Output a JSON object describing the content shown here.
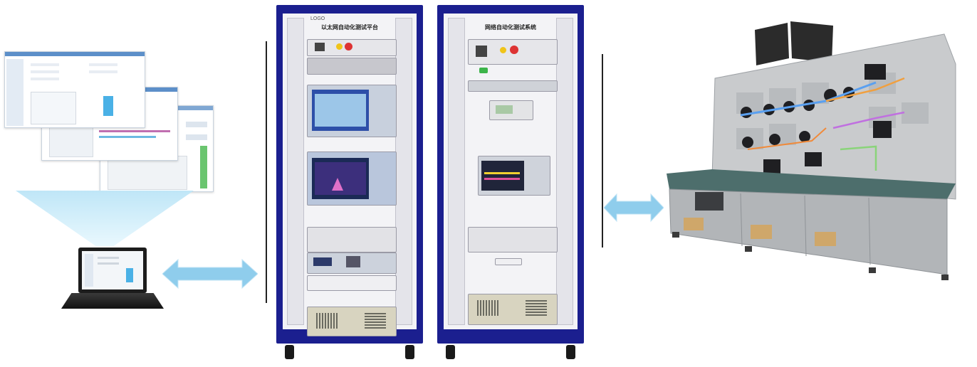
{
  "rack_left": {
    "logo": "LOGO",
    "title": "以太网自动化测试平台"
  },
  "rack_right": {
    "title": "网络自动化测试系统"
  },
  "colors": {
    "cabinet_blue": "#1b1f8f",
    "arrow_blue": "#8fcdec",
    "beam_light_blue": "#bfe6f7",
    "bench_grey": "#a9acae"
  },
  "icons": [
    "software-screens",
    "laptop-icon",
    "double-arrow-icon",
    "rack-cabinet",
    "test-bench"
  ]
}
